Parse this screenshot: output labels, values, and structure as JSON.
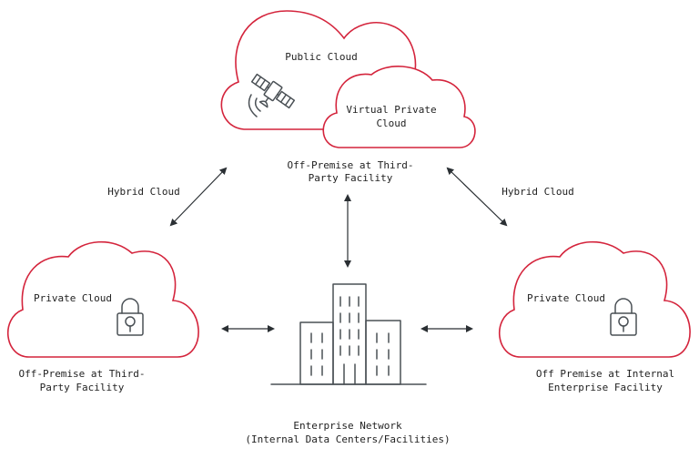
{
  "clouds": {
    "public": {
      "label": "Public Cloud"
    },
    "virtual_private": {
      "label_line1": "Virtual Private",
      "label_line2": "Cloud"
    },
    "private_left": {
      "label": "Private Cloud"
    },
    "private_right": {
      "label": "Private Cloud"
    }
  },
  "captions": {
    "public_location_line1": "Off-Premise at Third-",
    "public_location_line2": "Party Facility",
    "left_location_line1": "Off-Premise at Third-",
    "left_location_line2": "Party Facility",
    "right_location_line1": "Off Premise at Internal",
    "right_location_line2": "Enterprise Facility",
    "enterprise_line1": "Enterprise Network",
    "enterprise_line2": "(Internal Data Centers/Facilities)"
  },
  "connections": {
    "left_hybrid": "Hybrid Cloud",
    "right_hybrid": "Hybrid Cloud"
  },
  "colors": {
    "cloud_outline": "#d4243c",
    "icon_stroke": "#4a5055",
    "text": "#1f1f1f"
  },
  "icons": [
    "satellite-icon",
    "lock-icon",
    "building-icon",
    "double-arrow-icon"
  ]
}
